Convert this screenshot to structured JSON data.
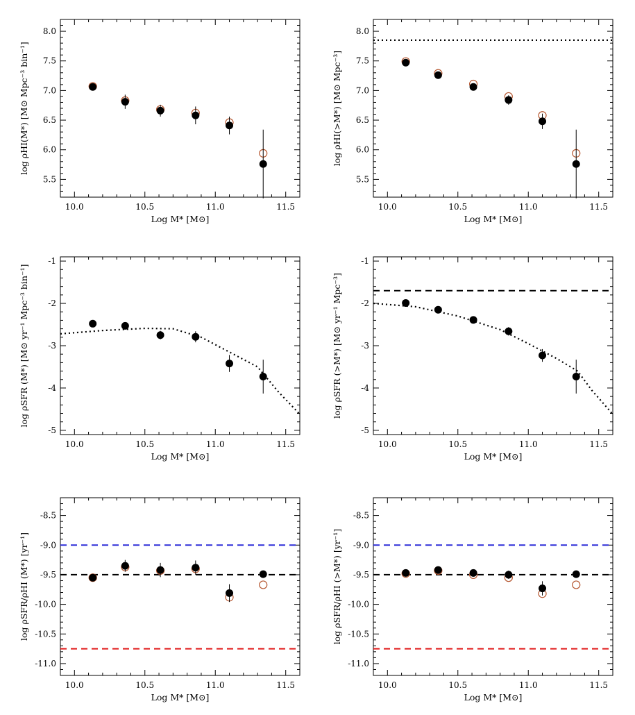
{
  "chart_data": [
    {
      "type": "scatter",
      "panel": "top-left",
      "xlabel": "Log M* [M⊙]",
      "ylabel": "log ρHI(M*)  [M⊙ Mpc⁻³ bin⁻¹]",
      "xlim": [
        9.9,
        11.6
      ],
      "ylim": [
        5.2,
        8.2
      ],
      "xticks": [
        "10.0",
        "10.5",
        "11.0",
        "11.5"
      ],
      "yticks": [
        "5.5",
        "6.0",
        "6.5",
        "7.0",
        "7.5",
        "8.0"
      ],
      "grid": false,
      "series": [
        {
          "style": "open",
          "color": "#b5562f",
          "x": [
            10.13,
            10.36,
            10.61,
            10.86,
            11.1,
            11.34
          ],
          "y": [
            7.07,
            6.83,
            6.68,
            6.62,
            6.46,
            5.94
          ]
        },
        {
          "style": "filled",
          "color": "#000000",
          "x": [
            10.13,
            10.36,
            10.61,
            10.86,
            11.1,
            11.34
          ],
          "y": [
            7.06,
            6.81,
            6.66,
            6.58,
            6.41,
            5.76
          ],
          "yerr": [
            0.04,
            0.12,
            0.1,
            0.15,
            0.15,
            0.58
          ]
        }
      ],
      "lines": []
    },
    {
      "type": "scatter",
      "panel": "top-right",
      "xlabel": "Log M* [M⊙]",
      "ylabel": "log ρHI(>M*)  [M⊙ Mpc⁻³]",
      "xlim": [
        9.9,
        11.6
      ],
      "ylim": [
        5.2,
        8.2
      ],
      "xticks": [
        "10.0",
        "10.5",
        "11.0",
        "11.5"
      ],
      "yticks": [
        "5.5",
        "6.0",
        "6.5",
        "7.0",
        "7.5",
        "8.0"
      ],
      "grid": false,
      "series": [
        {
          "style": "open",
          "color": "#b5562f",
          "x": [
            10.13,
            10.36,
            10.61,
            10.86,
            11.1,
            11.34
          ],
          "y": [
            7.49,
            7.29,
            7.11,
            6.9,
            6.58,
            5.94
          ]
        },
        {
          "style": "filled",
          "color": "#000000",
          "x": [
            10.13,
            10.36,
            10.61,
            10.86,
            11.1,
            11.34
          ],
          "y": [
            7.47,
            7.26,
            7.06,
            6.84,
            6.48,
            5.76
          ],
          "yerr": [
            0.03,
            0.04,
            0.05,
            0.08,
            0.13,
            0.58
          ]
        }
      ],
      "lines": [
        {
          "style": "dotted",
          "color": "#000000",
          "points": [
            [
              9.9,
              7.85
            ],
            [
              11.6,
              7.85
            ]
          ]
        }
      ]
    },
    {
      "type": "scatter",
      "panel": "middle-left",
      "xlabel": "Log M* [M⊙]",
      "ylabel": "log ρSFR (M*)  [M⊙ yr⁻¹ Mpc⁻³ bin⁻¹]",
      "xlim": [
        9.9,
        11.6
      ],
      "ylim": [
        -5.1,
        -0.9
      ],
      "xticks": [
        "10.0",
        "10.5",
        "11.0",
        "11.5"
      ],
      "yticks": [
        "-5",
        "-4",
        "-3",
        "-2",
        "-1"
      ],
      "grid": false,
      "series": [
        {
          "style": "filled",
          "color": "#000000",
          "x": [
            10.13,
            10.36,
            10.61,
            10.86,
            11.1,
            11.34
          ],
          "y": [
            -2.48,
            -2.53,
            -2.75,
            -2.79,
            -3.42,
            -3.73
          ],
          "yerr": [
            0.05,
            0.08,
            0.1,
            0.13,
            0.2,
            0.4
          ]
        }
      ],
      "lines": [
        {
          "style": "dotted",
          "color": "#000000",
          "points": [
            [
              9.9,
              -2.72
            ],
            [
              10.2,
              -2.64
            ],
            [
              10.5,
              -2.59
            ],
            [
              10.7,
              -2.6
            ],
            [
              10.9,
              -2.8
            ],
            [
              11.1,
              -3.15
            ],
            [
              11.3,
              -3.5
            ],
            [
              11.45,
              -4.1
            ],
            [
              11.6,
              -4.62
            ]
          ]
        }
      ]
    },
    {
      "type": "scatter",
      "panel": "middle-right",
      "xlabel": "Log M* [M⊙]",
      "ylabel": "log ρSFR (>M*)  [M⊙ yr⁻¹ Mpc⁻³]",
      "xlim": [
        9.9,
        11.6
      ],
      "ylim": [
        -5.1,
        -0.9
      ],
      "xticks": [
        "10.0",
        "10.5",
        "11.0",
        "11.5"
      ],
      "yticks": [
        "-5",
        "-4",
        "-3",
        "-2",
        "-1"
      ],
      "grid": false,
      "series": [
        {
          "style": "filled",
          "color": "#000000",
          "x": [
            10.13,
            10.36,
            10.61,
            10.86,
            11.1,
            11.34
          ],
          "y": [
            -1.99,
            -2.15,
            -2.39,
            -2.66,
            -3.23,
            -3.73
          ],
          "yerr": [
            0.03,
            0.04,
            0.06,
            0.1,
            0.15,
            0.4
          ]
        }
      ],
      "lines": [
        {
          "style": "dashed",
          "color": "#000000",
          "points": [
            [
              9.9,
              -1.7
            ],
            [
              11.6,
              -1.7
            ]
          ]
        },
        {
          "style": "dotted",
          "color": "#000000",
          "points": [
            [
              9.9,
              -2.0
            ],
            [
              10.2,
              -2.08
            ],
            [
              10.5,
              -2.3
            ],
            [
              10.8,
              -2.62
            ],
            [
              11.0,
              -2.95
            ],
            [
              11.2,
              -3.3
            ],
            [
              11.35,
              -3.6
            ],
            [
              11.45,
              -4.05
            ],
            [
              11.6,
              -4.62
            ]
          ]
        }
      ]
    },
    {
      "type": "scatter",
      "panel": "bottom-left",
      "xlabel": "Log M* [M⊙]",
      "ylabel": "log ρSFR/ρHI (M*)  [yr⁻¹]",
      "xlim": [
        9.9,
        11.6
      ],
      "ylim": [
        -11.2,
        -8.2
      ],
      "xticks": [
        "10.0",
        "10.5",
        "11.0",
        "11.5"
      ],
      "yticks": [
        "-11.0",
        "-10.5",
        "-10.0",
        "-9.5",
        "-9.0",
        "-8.5"
      ],
      "grid": false,
      "series": [
        {
          "style": "open",
          "color": "#b5562f",
          "x": [
            10.13,
            10.36,
            10.61,
            10.86,
            11.1,
            11.34
          ],
          "y": [
            -9.55,
            -9.37,
            -9.43,
            -9.4,
            -9.88,
            -9.67
          ]
        },
        {
          "style": "filled",
          "color": "#000000",
          "x": [
            10.13,
            10.36,
            10.61,
            10.86,
            11.1,
            11.34
          ],
          "y": [
            -9.55,
            -9.35,
            -9.42,
            -9.38,
            -9.81,
            -9.49
          ],
          "yerr": [
            0.04,
            0.1,
            0.12,
            0.12,
            0.15,
            0.0
          ]
        }
      ],
      "lines": [
        {
          "style": "dashed",
          "color": "#2b2bd8",
          "points": [
            [
              9.9,
              -9.0
            ],
            [
              11.6,
              -9.0
            ]
          ]
        },
        {
          "style": "dashed",
          "color": "#000000",
          "points": [
            [
              9.9,
              -9.5
            ],
            [
              11.6,
              -9.5
            ]
          ]
        },
        {
          "style": "dashed",
          "color": "#e01818",
          "points": [
            [
              9.9,
              -10.75
            ],
            [
              11.6,
              -10.75
            ]
          ]
        }
      ]
    },
    {
      "type": "scatter",
      "panel": "bottom-right",
      "xlabel": "Log M* [M⊙]",
      "ylabel": "log ρSFR/ρHI (>M*)  [yr⁻¹]",
      "xlim": [
        9.9,
        11.6
      ],
      "ylim": [
        -11.2,
        -8.2
      ],
      "xticks": [
        "10.0",
        "10.5",
        "11.0",
        "11.5"
      ],
      "yticks": [
        "-11.0",
        "-10.5",
        "-10.0",
        "-9.5",
        "-9.0",
        "-8.5"
      ],
      "grid": false,
      "series": [
        {
          "style": "open",
          "color": "#b5562f",
          "x": [
            10.13,
            10.36,
            10.61,
            10.86,
            11.1,
            11.34
          ],
          "y": [
            -9.48,
            -9.43,
            -9.5,
            -9.55,
            -9.82,
            -9.67
          ]
        },
        {
          "style": "filled",
          "color": "#000000",
          "x": [
            10.13,
            10.36,
            10.61,
            10.86,
            11.1,
            11.34
          ],
          "y": [
            -9.47,
            -9.42,
            -9.47,
            -9.5,
            -9.73,
            -9.49
          ],
          "yerr": [
            0.03,
            0.04,
            0.05,
            0.07,
            0.12,
            0.0
          ]
        }
      ],
      "lines": [
        {
          "style": "dashed",
          "color": "#2b2bd8",
          "points": [
            [
              9.9,
              -9.0
            ],
            [
              11.6,
              -9.0
            ]
          ]
        },
        {
          "style": "dashed",
          "color": "#000000",
          "points": [
            [
              9.9,
              -9.5
            ],
            [
              11.6,
              -9.5
            ]
          ]
        },
        {
          "style": "dashed",
          "color": "#e01818",
          "points": [
            [
              9.9,
              -10.75
            ],
            [
              11.6,
              -10.75
            ]
          ]
        }
      ]
    }
  ]
}
